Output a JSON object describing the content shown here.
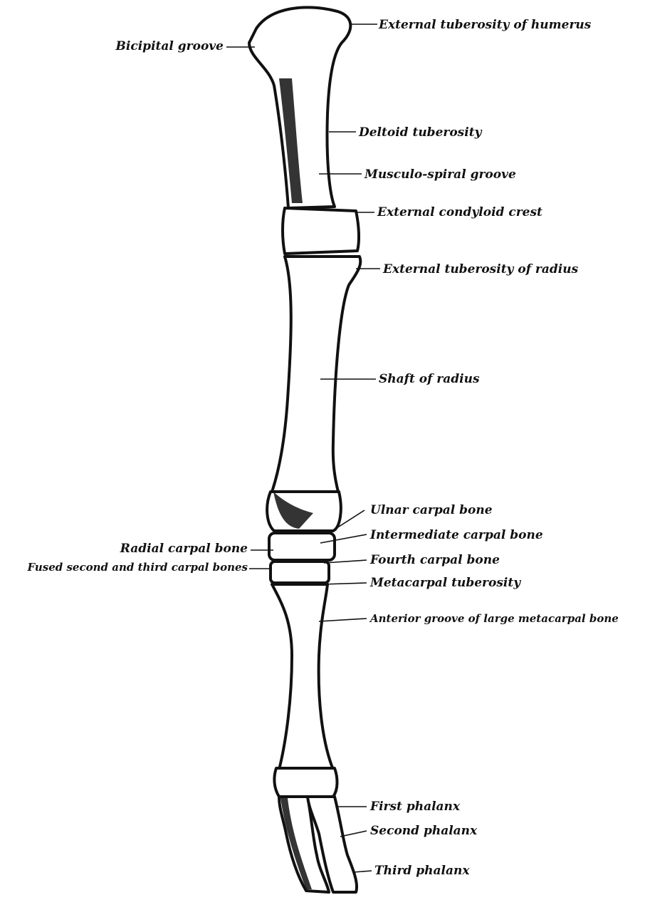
{
  "labels": {
    "external_tuberosity_humerus": "External tuberosity of humerus",
    "bicipital_groove": "Bicipital groove",
    "deltoid_tuberosity": "Deltoid tuberosity",
    "musculo_spiral_groove": "Musculo-spiral groove",
    "external_condyloid_crest": "External condyloid crest",
    "external_tuberosity_radius": "External tuberosity of radius",
    "shaft_of_radius": "Shaft of radius",
    "ulnar_carpal_bone": "Ulnar carpal bone",
    "intermediate_carpal_bone": "Intermediate carpal bone",
    "radial_carpal_bone": "Radial carpal bone",
    "fourth_carpal_bone": "Fourth carpal bone",
    "fused_second_third_carpal": "Fused second and third carpal bones",
    "metacarpal_tuberosity": "Metacarpal tuberosity",
    "anterior_groove_metacarpal": "Anterior groove of large metacarpal bone",
    "first_phalanx": "First phalanx",
    "second_phalanx": "Second phalanx",
    "third_phalanx": "Third phalanx"
  },
  "colors": {
    "ink": "#111111",
    "bone": "#ffffff",
    "background": "#ffffff"
  }
}
